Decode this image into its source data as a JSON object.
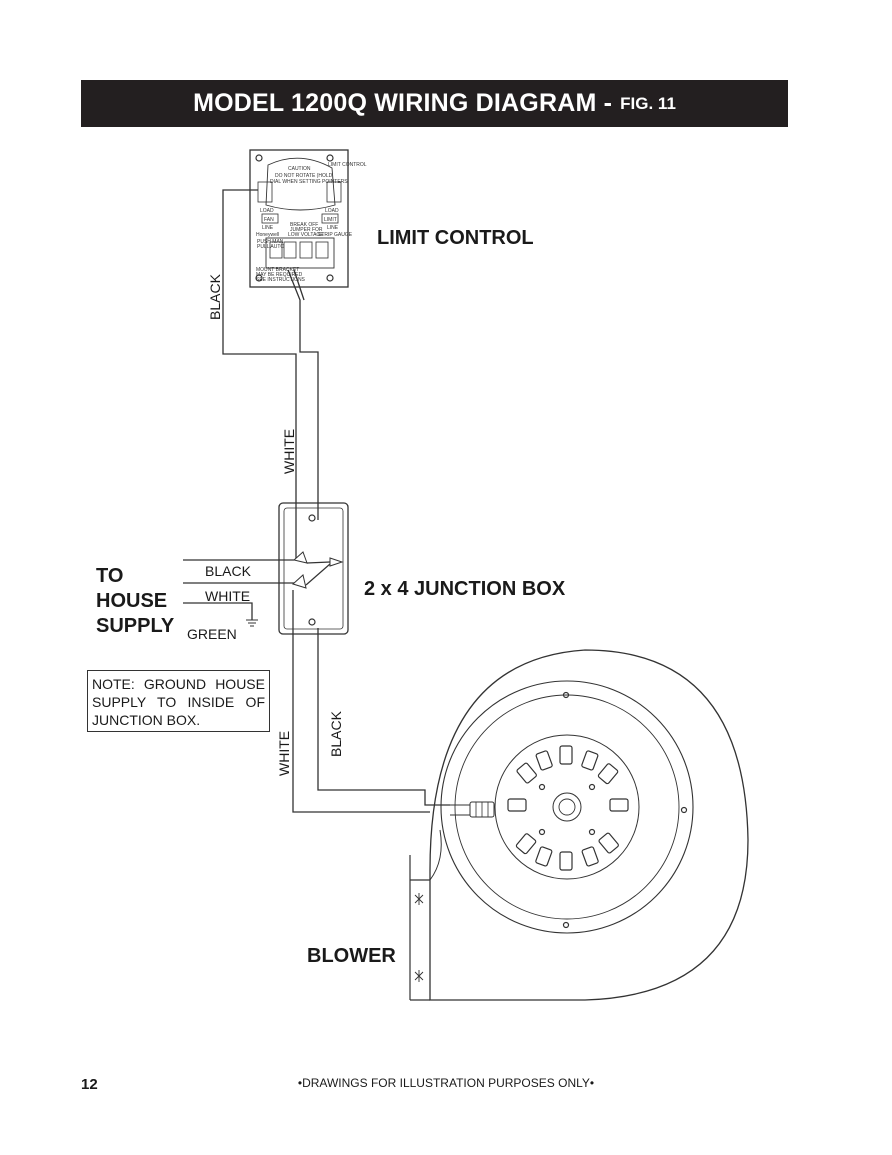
{
  "title": {
    "main": "MODEL 1200Q WIRING DIAGRAM -",
    "fig": "FIG. 11"
  },
  "limit_control": {
    "label": "LIMIT CONTROL",
    "face": {
      "caution": "CAUTION",
      "caution_line1": "DO NOT ROTATE (HOLD",
      "caution_line2": "DIAL WHEN SETTING POINTERS",
      "brand": "Honeywell",
      "limit_control": "LIMIT CONTROL",
      "fan": "FAN",
      "limit": "LIMIT",
      "load_left": "LOAD",
      "load_right": "LOAD",
      "line_left": "LINE",
      "line_right": "LINE",
      "break_off_1": "BREAK OFF",
      "break_off_2": "JUMPER FOR",
      "break_off_3": "LOW VOLTAGE",
      "strip_gauge": "STRIP GAUGE",
      "push_1": "PUSH MAN",
      "push_2": "PULL AUTO",
      "mount_1": "MOUNT BRACKET",
      "mount_2": "MAY BE REQUIRED",
      "mount_3": "SEE INSTRUCTIONS"
    }
  },
  "wires": {
    "black_top": "BLACK",
    "white_mid": "WHITE",
    "supply_black": "BLACK",
    "supply_white": "WHITE",
    "supply_green": "GREEN",
    "white_low": "WHITE",
    "black_low": "BLACK"
  },
  "to_house_supply": {
    "line1": "TO",
    "line2": "HOUSE",
    "line3": "SUPPLY"
  },
  "junction_box": {
    "label": "2 x 4 JUNCTION BOX"
  },
  "note": "NOTE: GROUND HOUSE SUPPLY TO INSIDE OF JUNCTION BOX.",
  "blower": {
    "label": "BLOWER"
  },
  "footer": {
    "page_number": "12",
    "disclaimer": "•DRAWINGS FOR ILLUSTRATION PURPOSES ONLY•"
  }
}
